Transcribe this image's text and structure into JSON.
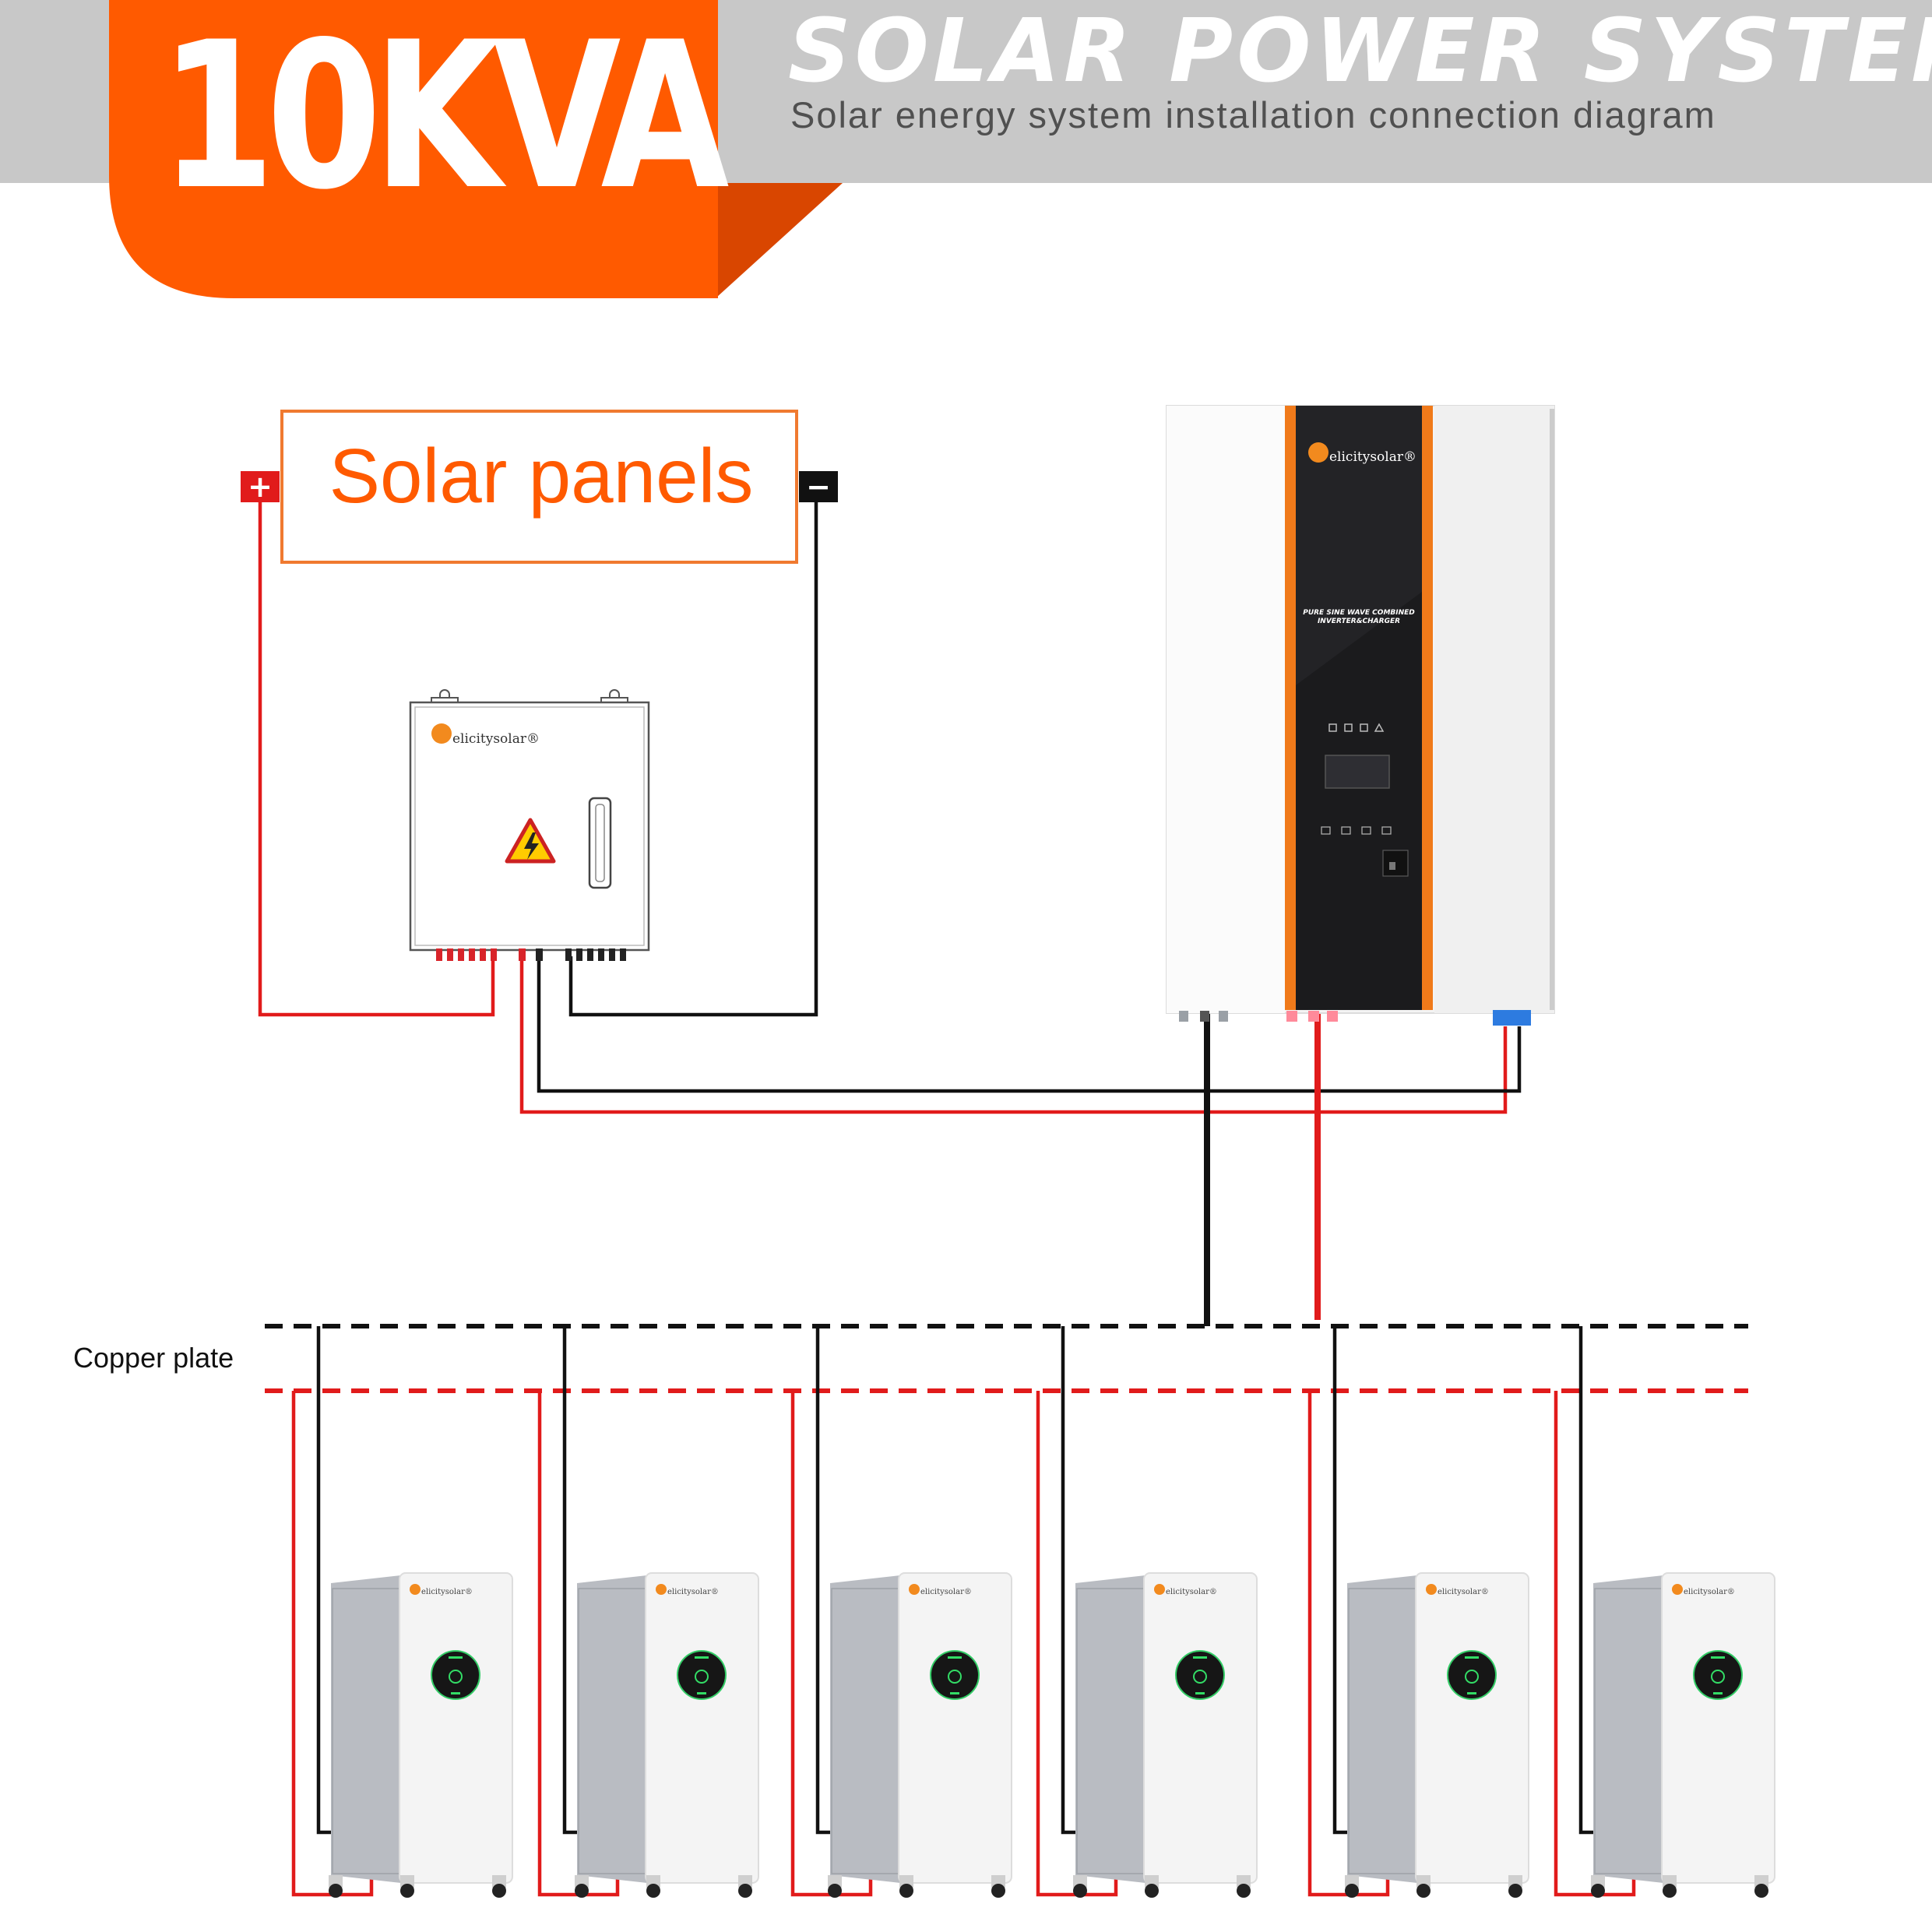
{
  "header": {
    "badge": "10KVA",
    "title": "SOLAR POWER SYSTEM",
    "subtitle": "Solar energy system installation connection diagram"
  },
  "solar_panels": {
    "label": "Solar panels",
    "positive_symbol": "+",
    "negative_symbol": "−"
  },
  "combiner_box": {
    "brand": "elicitysolar®",
    "warning_icon": "high-voltage-warning-icon"
  },
  "inverter": {
    "brand": "elicitysolar®",
    "model": "PURE SINE WAVE COMBINED",
    "model_line2": "INVERTER&CHARGER"
  },
  "copper_plate": {
    "label": "Copper plate"
  },
  "batteries": [
    {
      "brand": "elicitysolar®"
    },
    {
      "brand": "elicitysolar®"
    },
    {
      "brand": "elicitysolar®"
    },
    {
      "brand": "elicitysolar®"
    },
    {
      "brand": "elicitysolar®"
    },
    {
      "brand": "elicitysolar®"
    }
  ],
  "colors": {
    "orange": "#ff5a00",
    "dark_orange": "#d94600",
    "gray_band": "#c8c8c8",
    "positive_wire": "#e11b1b",
    "negative_wire": "#111111"
  }
}
